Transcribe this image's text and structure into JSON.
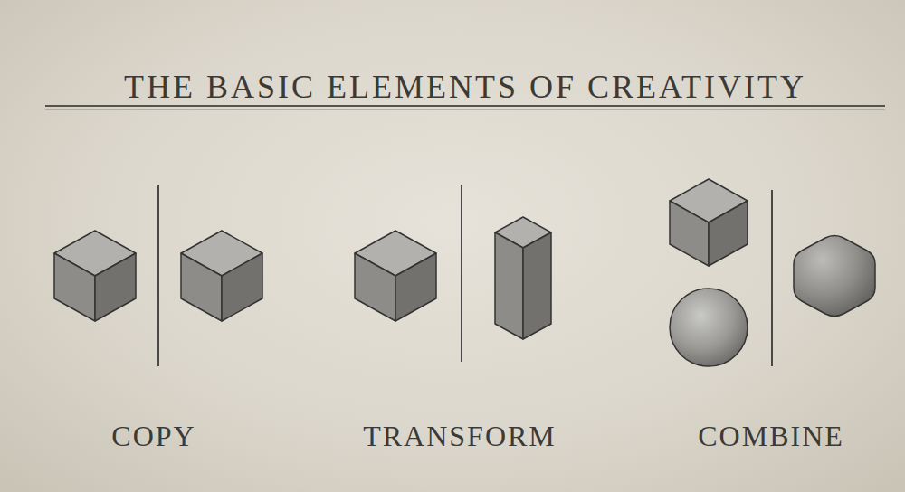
{
  "diagram": {
    "title": "THE BASIC ELEMENTS OF CREATIVITY",
    "labels": [
      "COPY",
      "TRANSFORM",
      "COMBINE"
    ]
  }
}
